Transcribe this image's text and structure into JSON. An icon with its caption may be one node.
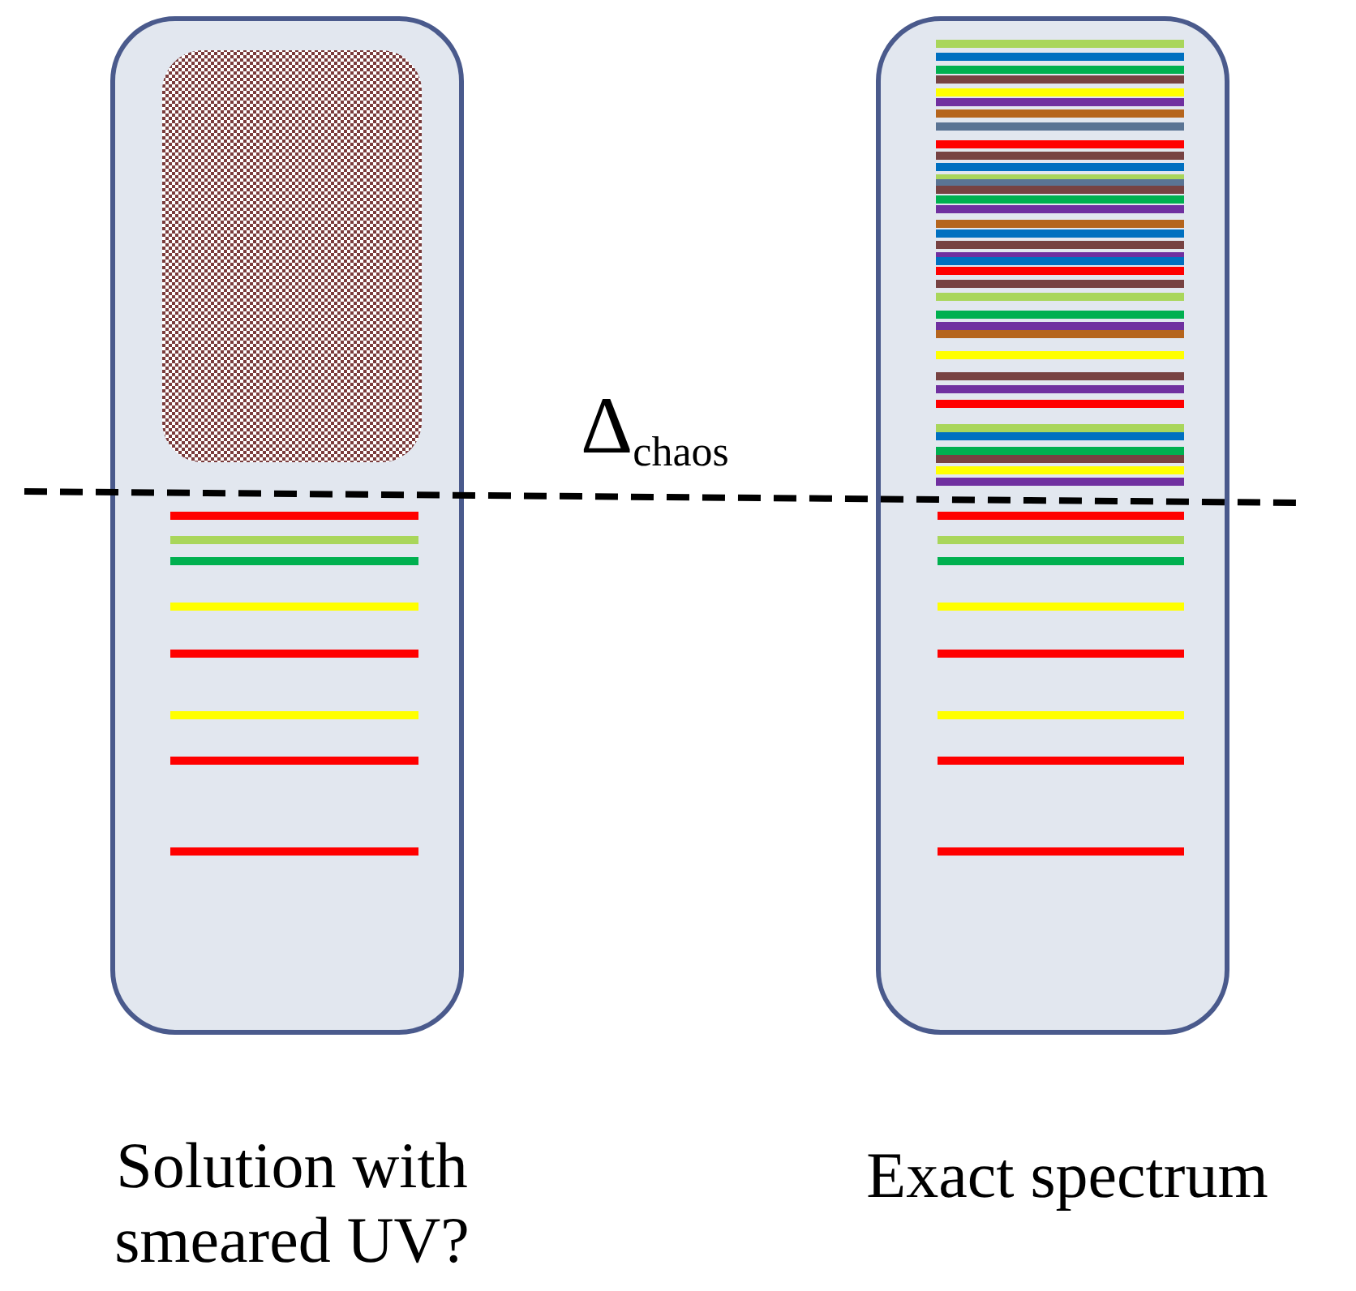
{
  "diagram": {
    "nodes": [
      {
        "text": [
          "Solution with smeared UV?"
        ]
      },
      {
        "text": [
          "Exact spectrum"
        ]
      }
    ],
    "labels": [
      "Δ$_{chaos}$"
    ]
  }
}
